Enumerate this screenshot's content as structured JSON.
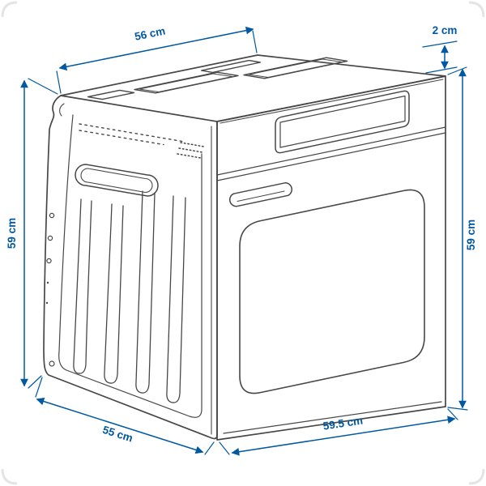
{
  "page": {
    "background_color": "#ffffff",
    "corner_mark_color": "#e4e4e4"
  },
  "diagram": {
    "subject": "built-in-oven-dimension-diagram",
    "accent_color": "#0058a3",
    "line_color": "#474747",
    "labels": {
      "top_depth": "56 cm",
      "front_frame_overhang": "2 cm",
      "height_left": "59 cm",
      "height_right": "59 cm",
      "base_depth": "55 cm",
      "front_width": "59.5 cm"
    }
  }
}
